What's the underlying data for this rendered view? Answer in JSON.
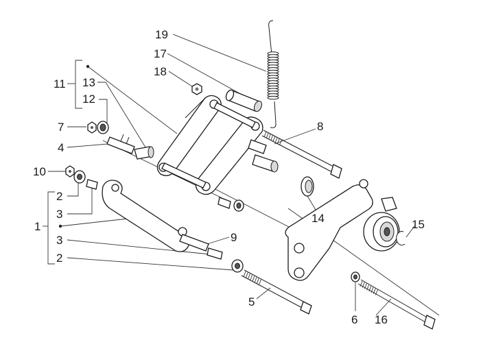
{
  "callouts": [
    {
      "id": "c1",
      "text": "1"
    },
    {
      "id": "c2a",
      "text": "2"
    },
    {
      "id": "c2b",
      "text": "2"
    },
    {
      "id": "c3a",
      "text": "3"
    },
    {
      "id": "c3b",
      "text": "3"
    },
    {
      "id": "c4",
      "text": "4"
    },
    {
      "id": "c5",
      "text": "5"
    },
    {
      "id": "c6",
      "text": "6"
    },
    {
      "id": "c7",
      "text": "7"
    },
    {
      "id": "c8",
      "text": "8"
    },
    {
      "id": "c9",
      "text": "9"
    },
    {
      "id": "c10",
      "text": "10"
    },
    {
      "id": "c11",
      "text": "11"
    },
    {
      "id": "c12",
      "text": "12"
    },
    {
      "id": "c13",
      "text": "13"
    },
    {
      "id": "c14",
      "text": "14"
    },
    {
      "id": "c15",
      "text": "15"
    },
    {
      "id": "c16",
      "text": "16"
    },
    {
      "id": "c17",
      "text": "17"
    },
    {
      "id": "c18",
      "text": "18"
    },
    {
      "id": "c19",
      "text": "19"
    }
  ]
}
